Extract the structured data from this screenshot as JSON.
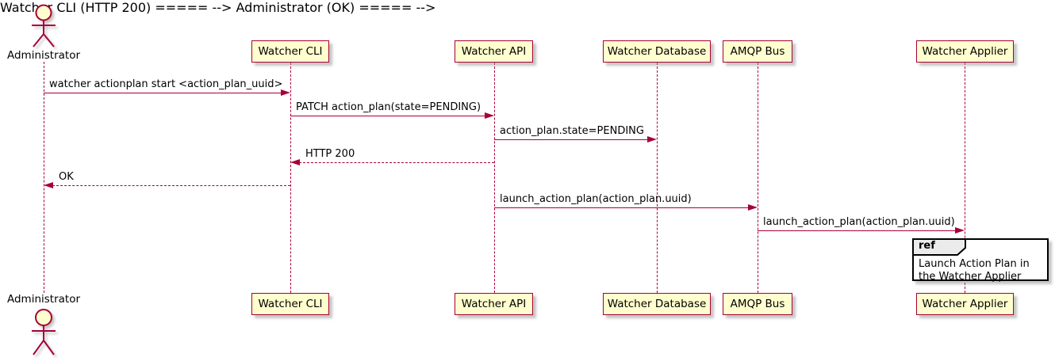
{
  "diagram_type": "uml-sequence-diagram",
  "colors": {
    "accent": "#A80036",
    "participant_fill": "#FEFECE",
    "actor_head_fill": "#FEFECE",
    "ref_header_fill": "#EBEBEB",
    "ref_border": "#000000",
    "text": "#000000"
  },
  "actor": {
    "label": "Administrator"
  },
  "participants": [
    {
      "id": "watcher-cli",
      "label": "Watcher CLI"
    },
    {
      "id": "watcher-api",
      "label": "Watcher API"
    },
    {
      "id": "watcher-database",
      "label": "Watcher Database"
    },
    {
      "id": "amqp-bus",
      "label": "AMQP Bus"
    },
    {
      "id": "watcher-applier",
      "label": "Watcher Applier"
    }
  ],
  "messages": [
    {
      "from": "Administrator",
      "to": "Watcher CLI",
      "style": "solid",
      "label": "watcher actionplan start <action_plan_uuid>"
    },
    {
      "from": "Watcher CLI",
      "to": "Watcher API",
      "style": "solid",
      "label": "PATCH action_plan(state=PENDING)"
    },
    {
      "from": "Watcher API",
      "to": "Watcher Database",
      "style": "solid",
      "label": "action_plan.state=PENDING"
    },
    {
      "from": "Watcher API",
      "to": "Watcher CLI",
      "style": "dashed",
      "label": "HTTP 200"
    },
    {
      "from": "Watcher CLI",
      "to": "Administrator",
      "style": "dashed",
      "label": "OK"
    },
    {
      "from": "Watcher API",
      "to": "AMQP Bus",
      "style": "solid",
      "label": "launch_action_plan(action_plan.uuid)"
    },
    {
      "from": "AMQP Bus",
      "to": "Watcher Applier",
      "style": "solid",
      "label": "launch_action_plan(action_plan.uuid)"
    }
  ],
  "ref_fragment": {
    "keyword": "ref",
    "over": "Watcher Applier",
    "text": "Launch Action Plan in the Watcher Applier"
  }
}
